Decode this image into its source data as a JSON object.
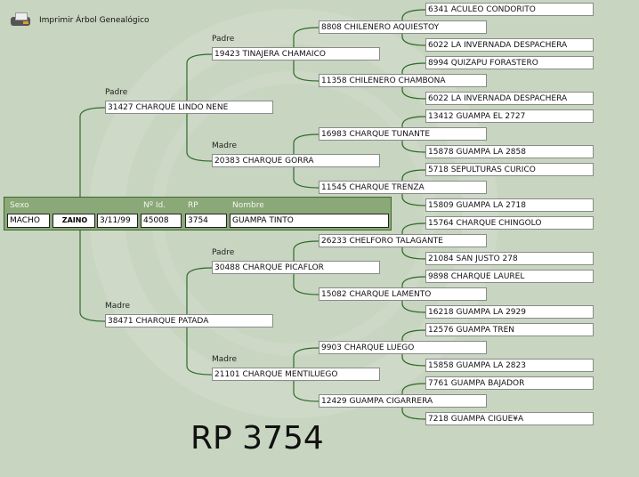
{
  "print_label": "Imprimir Árbol Genealógico",
  "labels": {
    "padre": "Padre",
    "madre": "Madre"
  },
  "animal": {
    "headers": {
      "sexo": "Sexo",
      "id": "Nº Id.",
      "rp": "RP",
      "nombre": "Nombre"
    },
    "sexo": "MACHO",
    "color": "ZAINO",
    "fecha": "3/11/99",
    "id": "45008",
    "rp": "3754",
    "nombre": "GUAMPA TINTO"
  },
  "tree": {
    "level1": [
      "31427 CHARQUE LINDO NENE",
      "38471 CHARQUE PATADA"
    ],
    "level2": [
      "19423 TINAJERA CHAMAICO",
      "20383 CHARQUE GORRA",
      "30488 CHARQUE PICAFLOR",
      "21101 CHARQUE MENTILUEGO"
    ],
    "level3": [
      "8808 CHILENERO AQUIESTOY",
      "11358 CHILENERO CHAMBONA",
      "16983 CHARQUE TUNANTE",
      "11545 CHARQUE TRENZA",
      "26233 CHELFORO TALAGANTE",
      "15082 CHARQUE LAMENTO",
      "9903 CHARQUE LUEGO",
      "12429 GUAMPA CIGARRERA"
    ],
    "level4": [
      "6341 ACULEO CONDORITO",
      "6022 LA INVERNADA DESPACHERA",
      "8994 QUIZAPU FORASTERO",
      "6022 LA INVERNADA DESPACHERA",
      "13412 GUAMPA EL 2727",
      "15878 GUAMPA LA 2858",
      "5718 SEPULTURAS CURICO",
      "15809 GUAMPA LA 2718",
      "15764 CHARQUE CHINGOLO",
      "21084 SAN JUSTO 278",
      "9898 CHARQUE LAUREL",
      "16218 GUAMPA LA 2929",
      "12576 GUAMPA TREN",
      "15858 GUAMPA LA 2823",
      "7761 GUAMPA BAJADOR",
      "7218 GUAMPA CIGUE¥A"
    ]
  },
  "footer_rp": "RP 3754",
  "colors": {
    "background": "#c8d5c0",
    "panel": "#8ba878",
    "line": "#2e6b2a"
  }
}
